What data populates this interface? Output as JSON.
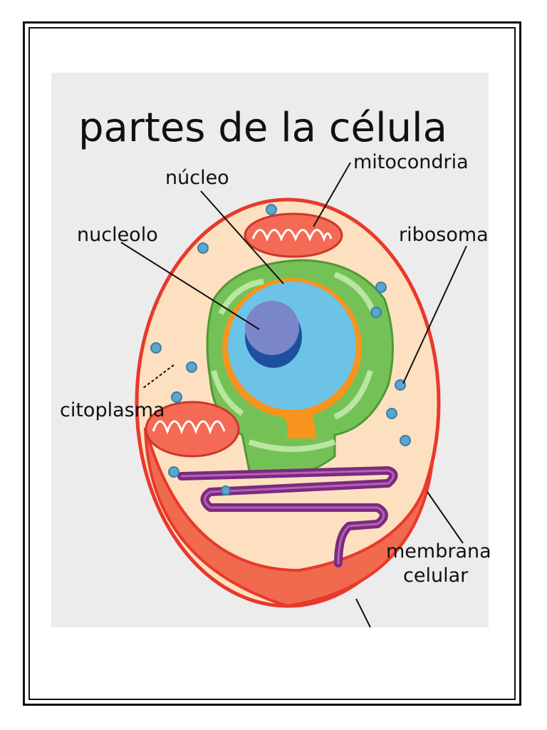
{
  "title": "partes de la célula",
  "labels": {
    "nucleo": "núcleo",
    "mitocondria": "mitocondria",
    "nucleolo": "nucleolo",
    "ribosoma": "ribosoma",
    "citoplasma": "citoplasma",
    "membrana_line1": "membrana",
    "membrana_line2": "celular"
  },
  "colors": {
    "membrane": "#e8392c",
    "membrane_fill": "#f06a4e",
    "cytoplasm": "#fde0c0",
    "nucleus": "#6cc3e6",
    "nucleolus": "#1d4f9e",
    "er_green": "#74c257",
    "golgi_purple": "#7a2b7e",
    "ribosome": "#5aa6cf",
    "mitochondria": "#f46a55"
  }
}
